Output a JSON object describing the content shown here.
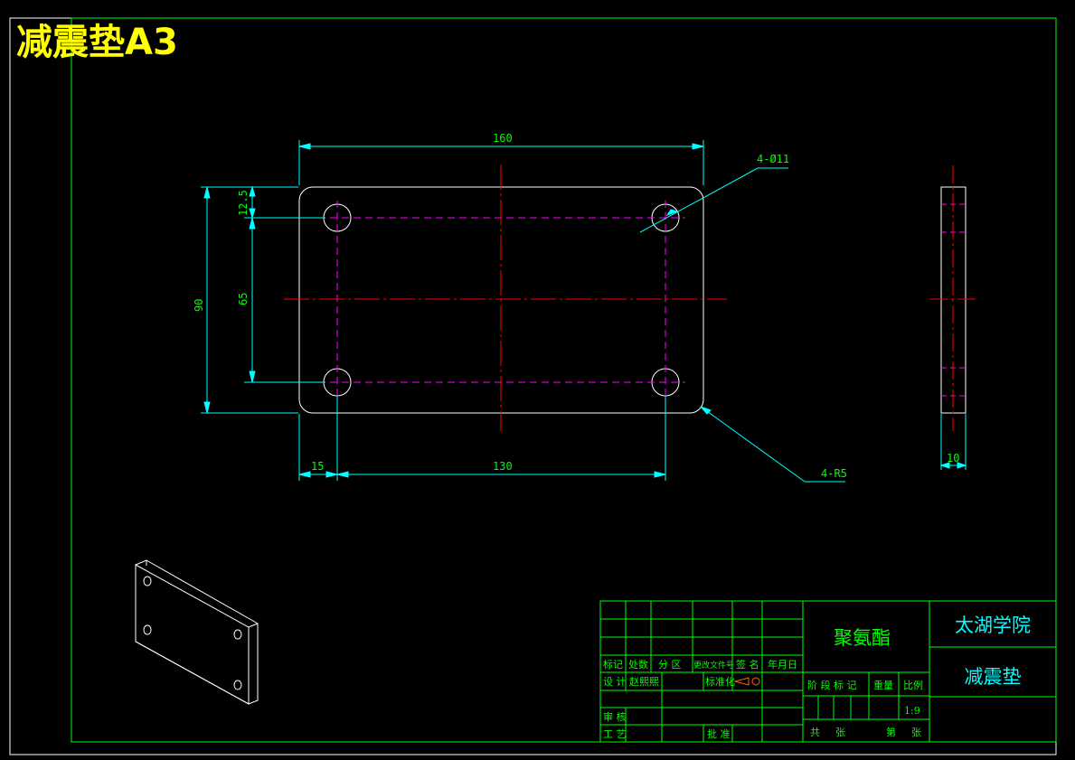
{
  "title": "减震垫A3",
  "dimensions": {
    "width": "160",
    "height": "90",
    "top_offset": "12.5",
    "hole_spacing_v": "65",
    "left_offset": "15",
    "hole_spacing_h": "130",
    "thickness": "10"
  },
  "callouts": {
    "holes": "4-Ø11",
    "radius": "4-R5"
  },
  "title_block": {
    "material": "聚氨酯",
    "school": "太湖学院",
    "part_name": "减震垫",
    "scale": "1:9",
    "row_labels": [
      "标记",
      "处数",
      "分 区",
      "更改文件号",
      "签 名",
      "年月日"
    ],
    "design_label": "设 计",
    "designer": "赵熙熙",
    "standardization_label": "标准化",
    "review_label": "审 核",
    "process_label": "工 艺",
    "approve_label": "批 准",
    "stage_label": "阶 段 标 记",
    "weight_label": "重量",
    "scale_label": "比例",
    "total_label": "共",
    "sheets_label": "张",
    "sheet_no_label": "第",
    "sheet_label": "张"
  },
  "colors": {
    "background": "#000000",
    "frame": "#00ff00",
    "outline": "#ffffff",
    "dimension": "#00ffff",
    "dimension_text": "#00ff00",
    "centerline": "#ff0000",
    "hidden": "#ff00ff",
    "title_text": "#ffff00"
  }
}
